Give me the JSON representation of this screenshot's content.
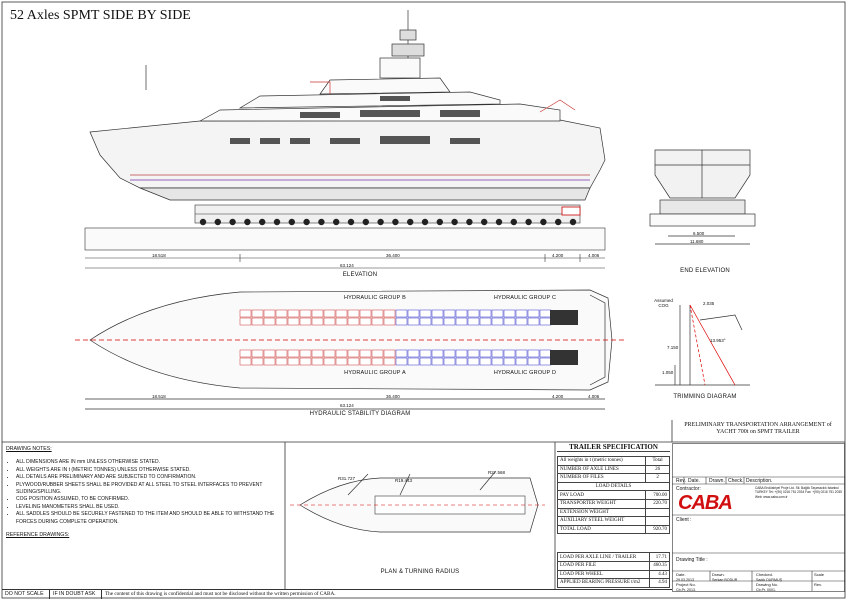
{
  "title": "52 Axles SPMT SIDE BY SIDE",
  "views": {
    "elevation": "ELEVATION",
    "end_elevation": "END ELEVATION",
    "hydraulic": "HYDRAULIC STABILITY DIAGRAM",
    "trimming": "TRIMMING DIAGRAM",
    "plan": "PLAN & TURNING RADIUS"
  },
  "dims": {
    "elev_a": "18.518",
    "elev_b": "36.400",
    "elev_c": "4.200",
    "elev_d": "4.006",
    "elev_total": "63.124",
    "end_a": "6.500",
    "end_b": "11.680",
    "hyd_a": "18.518",
    "hyd_b": "36.400",
    "hyd_c": "4.200",
    "hyd_d": "4.006",
    "hyd_total": "63.124",
    "trim_a": "2.035",
    "trim_b": "13.953°",
    "trim_c": "7.150",
    "trim_d": "1.050",
    "trim_cog": "Assumed COG",
    "plan_a": "R31.727",
    "plan_b": "R19.443",
    "plan_c": "R27.568"
  },
  "hydraulic_groups": {
    "a": "HYDRAULIC GROUP A",
    "b": "HYDRAULIC GROUP B",
    "c": "HYDRAULIC GROUP C",
    "d": "HYDRAULIC GROUP D"
  },
  "notes": {
    "heading": "DRAWING NOTES:",
    "items": [
      "ALL DIMENSIONS ARE IN mm UNLESS OTHERWISE STATED.",
      "ALL WEIGHTS ARE IN t (METRIC TONNES) UNLESS OTHERWISE STATED.",
      "ALL DETAILS ARE PRELIMINARY AND ARE SUBJECTED TO CONFIRMATION.",
      "PLYWOOD/RUBBER SHEETS SHALL BE PROVIDED AT ALL STEEL TO STEEL INTERFACES TO PREVENT SLIDING/SPILLING.",
      "COG POSITION ASSUMED, TO BE CONFIRMED.",
      "LEVELING MANOMETERS SHALL BE USED.",
      "ALL SADDLES SHOULD BE SECURELY FASTENED TO THE ITEM AND SHOULD BE ABLE TO WITHSTAND THE FORCES DURING COMPLETE OPERATION."
    ],
    "ref_heading": "REFERENCE DRAWINGS:"
  },
  "spec": {
    "title": "TRAILER SPECIFICATION",
    "header_left": "All weights in t (metric tonnes)",
    "header_right": "Total",
    "rows1": [
      [
        "NUMBER OF AXLE LINES",
        "26"
      ],
      [
        "NUMBER OF FILES",
        "2"
      ]
    ],
    "load_details": "LOAD DETAILS",
    "rows2": [
      [
        "PAY LOAD",
        "700.00"
      ],
      [
        "TRANSPORTER WEIGHT",
        "220.70"
      ],
      [
        "EXTENSION WEIGHT",
        ""
      ],
      [
        "AUXILIARY STEEL WEIGHT",
        ""
      ],
      [
        "TOTAL LOAD",
        "920.70"
      ]
    ],
    "rows3": [
      [
        "LOAD PER AXLE LINE / TRAILER",
        "17.71"
      ],
      [
        "LOAD PER FILE",
        "460.35"
      ],
      [
        "LOAD PER WHEEL",
        "4.43"
      ],
      [
        "APPLIED BEARING PRESSURE t/m2",
        "4.94"
      ]
    ]
  },
  "title_block": {
    "heading_line1": "PRELIMINARY TRANSPORTATION ARRANGEMENT of",
    "heading_line2": "YACHT 700t on SPMT TRAILER",
    "rev": "Rev.",
    "date": "Date.",
    "drawn": "Drawn.",
    "check": "Check.",
    "description": "Description.",
    "contractor": "Contractor:",
    "logo": "CABA",
    "address": "CABA Endüstriyel Proje Ltd. Sti. Bağlık Taşımacılık İstanbul TURKEY Tel: +(90) 0216 751 2034 Fax: +(90) 0216 751 2035 Web: www.caba.com.tr",
    "client": "Client :",
    "drawing_title": "Drawing Title :",
    "date_label": "Date.",
    "date_value": "29.03.2013",
    "drawn_label": "Drawn.",
    "drawn_value": "Serkan BODUR",
    "checked_label": "Checked.",
    "checked_value": "Sadık DURMUŞ",
    "scale_label": "Scale",
    "project_label": "Project No.",
    "project_value": "Cb.Pr. 2013.",
    "drawing_no_label": "Drawing No.",
    "drawing_no_value": "Cb.Pr. 0001.",
    "rev_label": "Rev."
  },
  "footer": {
    "scale": "DO NOT SCALE",
    "doubt": "IF IN DOUBT ASK",
    "confidential": "The content of this drawing is confidential and must not be disclosed without the written permission of CABA."
  }
}
